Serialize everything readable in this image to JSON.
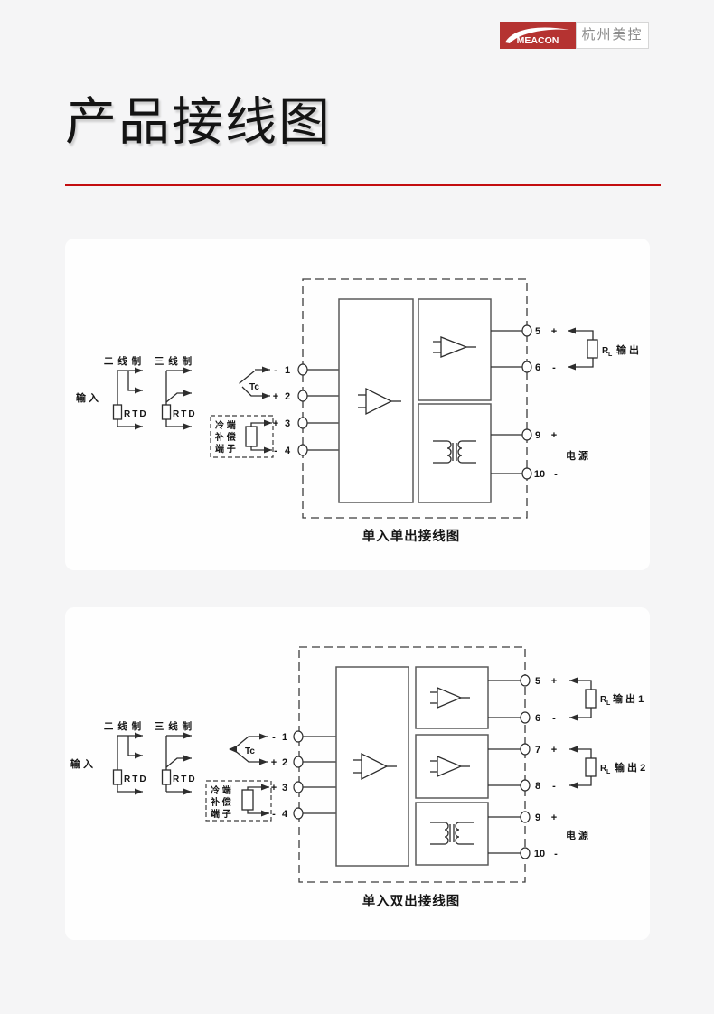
{
  "header": {
    "logo_text": "MEACON",
    "brand_text": "杭州美控"
  },
  "title": {
    "text": "产品接线图"
  },
  "colors": {
    "accent_red": "#c30d10",
    "logo_red": "#b53331",
    "page_bg": "#f5f5f6",
    "card_bg": "#fefefe",
    "diagram_line": "#2d2d2d"
  },
  "shared_labels": {
    "input": "输 入",
    "two_wire": "二 线 制",
    "three_wire": "三 线 制",
    "rtd": "RTD",
    "tc": "Tc",
    "cold_junction_line1": "冷 端",
    "cold_junction_line2": "补 偿",
    "cold_junction_line3": "端 子",
    "load_resistor": "R",
    "load_resistor_sub": "L",
    "power": "电 源"
  },
  "diagram1": {
    "caption": "单入单出接线图",
    "output_label": "输 出",
    "left_terminals": [
      {
        "sign": "-",
        "num": "1"
      },
      {
        "sign": "+",
        "num": "2"
      },
      {
        "sign": "+",
        "num": "3"
      },
      {
        "sign": "-",
        "num": "4"
      }
    ],
    "right_terminals": [
      {
        "num": "5",
        "sign": "+"
      },
      {
        "num": "6",
        "sign": "-"
      },
      {
        "num": "9",
        "sign": "+"
      },
      {
        "num": "10",
        "sign": "-"
      }
    ]
  },
  "diagram2": {
    "caption": "单入双出接线图",
    "output1_label": "输 出 1",
    "output2_label": "输 出 2",
    "left_terminals": [
      {
        "sign": "-",
        "num": "1"
      },
      {
        "sign": "+",
        "num": "2"
      },
      {
        "sign": "+",
        "num": "3"
      },
      {
        "sign": "-",
        "num": "4"
      }
    ],
    "right_terminals": [
      {
        "num": "5",
        "sign": "+"
      },
      {
        "num": "6",
        "sign": "-"
      },
      {
        "num": "7",
        "sign": "+"
      },
      {
        "num": "8",
        "sign": "-"
      },
      {
        "num": "9",
        "sign": "+"
      },
      {
        "num": "10",
        "sign": "-"
      }
    ]
  }
}
